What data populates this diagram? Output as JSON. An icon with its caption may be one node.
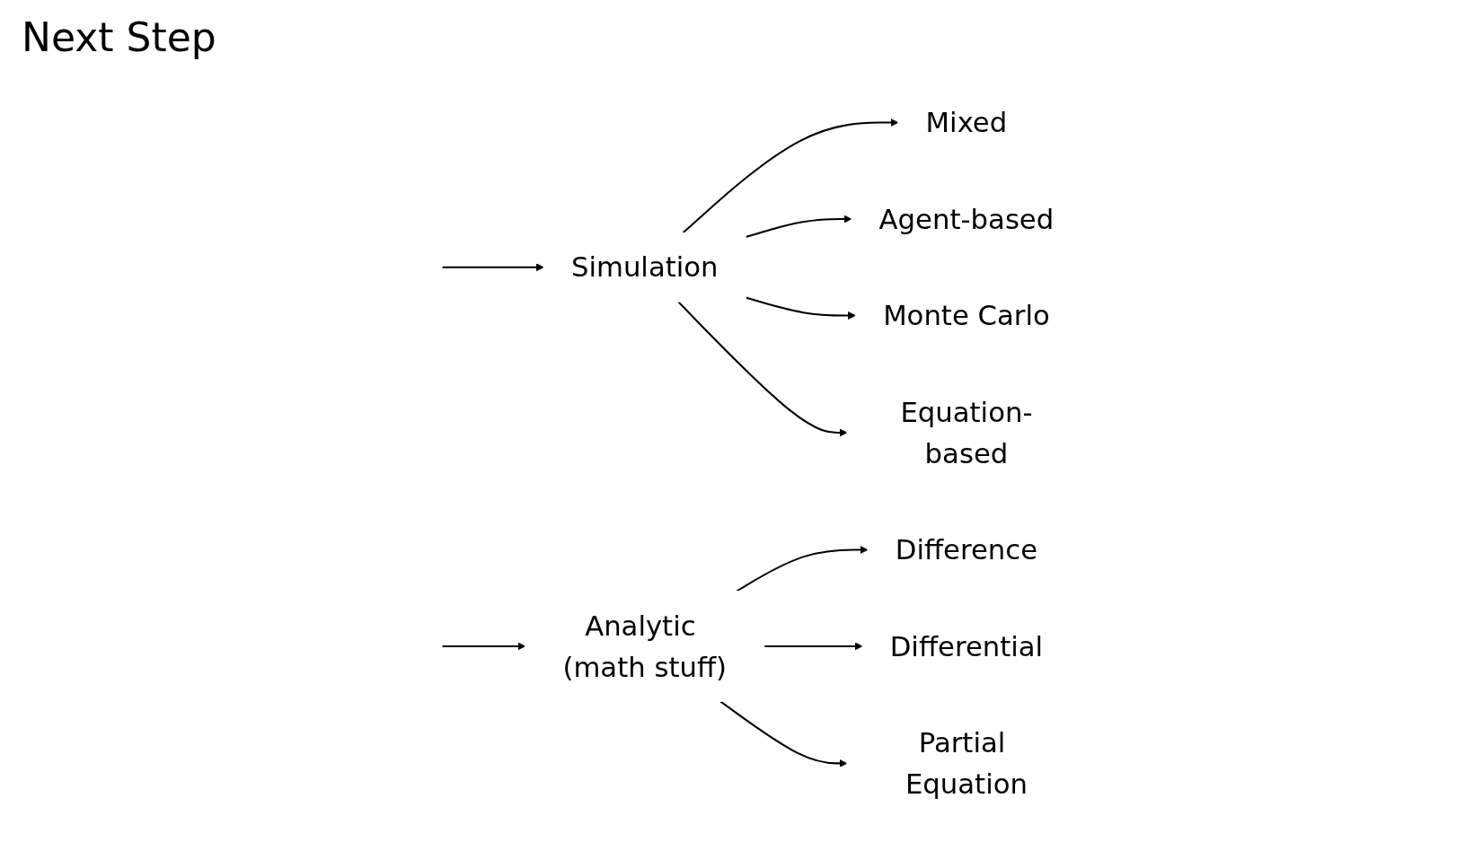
{
  "diagram": {
    "title": "Next Step",
    "nodes": [
      {
        "text": [
          "Simulation"
        ]
      },
      {
        "text": [
          "Mixed"
        ]
      },
      {
        "text": [
          "Agent-based"
        ]
      },
      {
        "text": [
          "Monte Carlo"
        ]
      },
      {
        "text": [
          "Equation-based"
        ]
      },
      {
        "text": [
          "Analytic (math stuff)"
        ]
      },
      {
        "text": [
          "Difference"
        ]
      },
      {
        "text": [
          "Differential"
        ]
      },
      {
        "text": [
          "Partial Equation"
        ]
      }
    ],
    "edges": [
      {
        "from": null,
        "to": 0,
        "arrow": "to"
      },
      {
        "from": 0,
        "to": 1,
        "arrow": "to"
      },
      {
        "from": 0,
        "to": 2,
        "arrow": "to"
      },
      {
        "from": 0,
        "to": 3,
        "arrow": "to"
      },
      {
        "from": 0,
        "to": 4,
        "arrow": "to"
      },
      {
        "from": null,
        "to": 5,
        "arrow": "to"
      },
      {
        "from": 5,
        "to": 6,
        "arrow": "to"
      },
      {
        "from": 5,
        "to": 7,
        "arrow": "to"
      },
      {
        "from": 5,
        "to": 8,
        "arrow": "to"
      }
    ]
  }
}
